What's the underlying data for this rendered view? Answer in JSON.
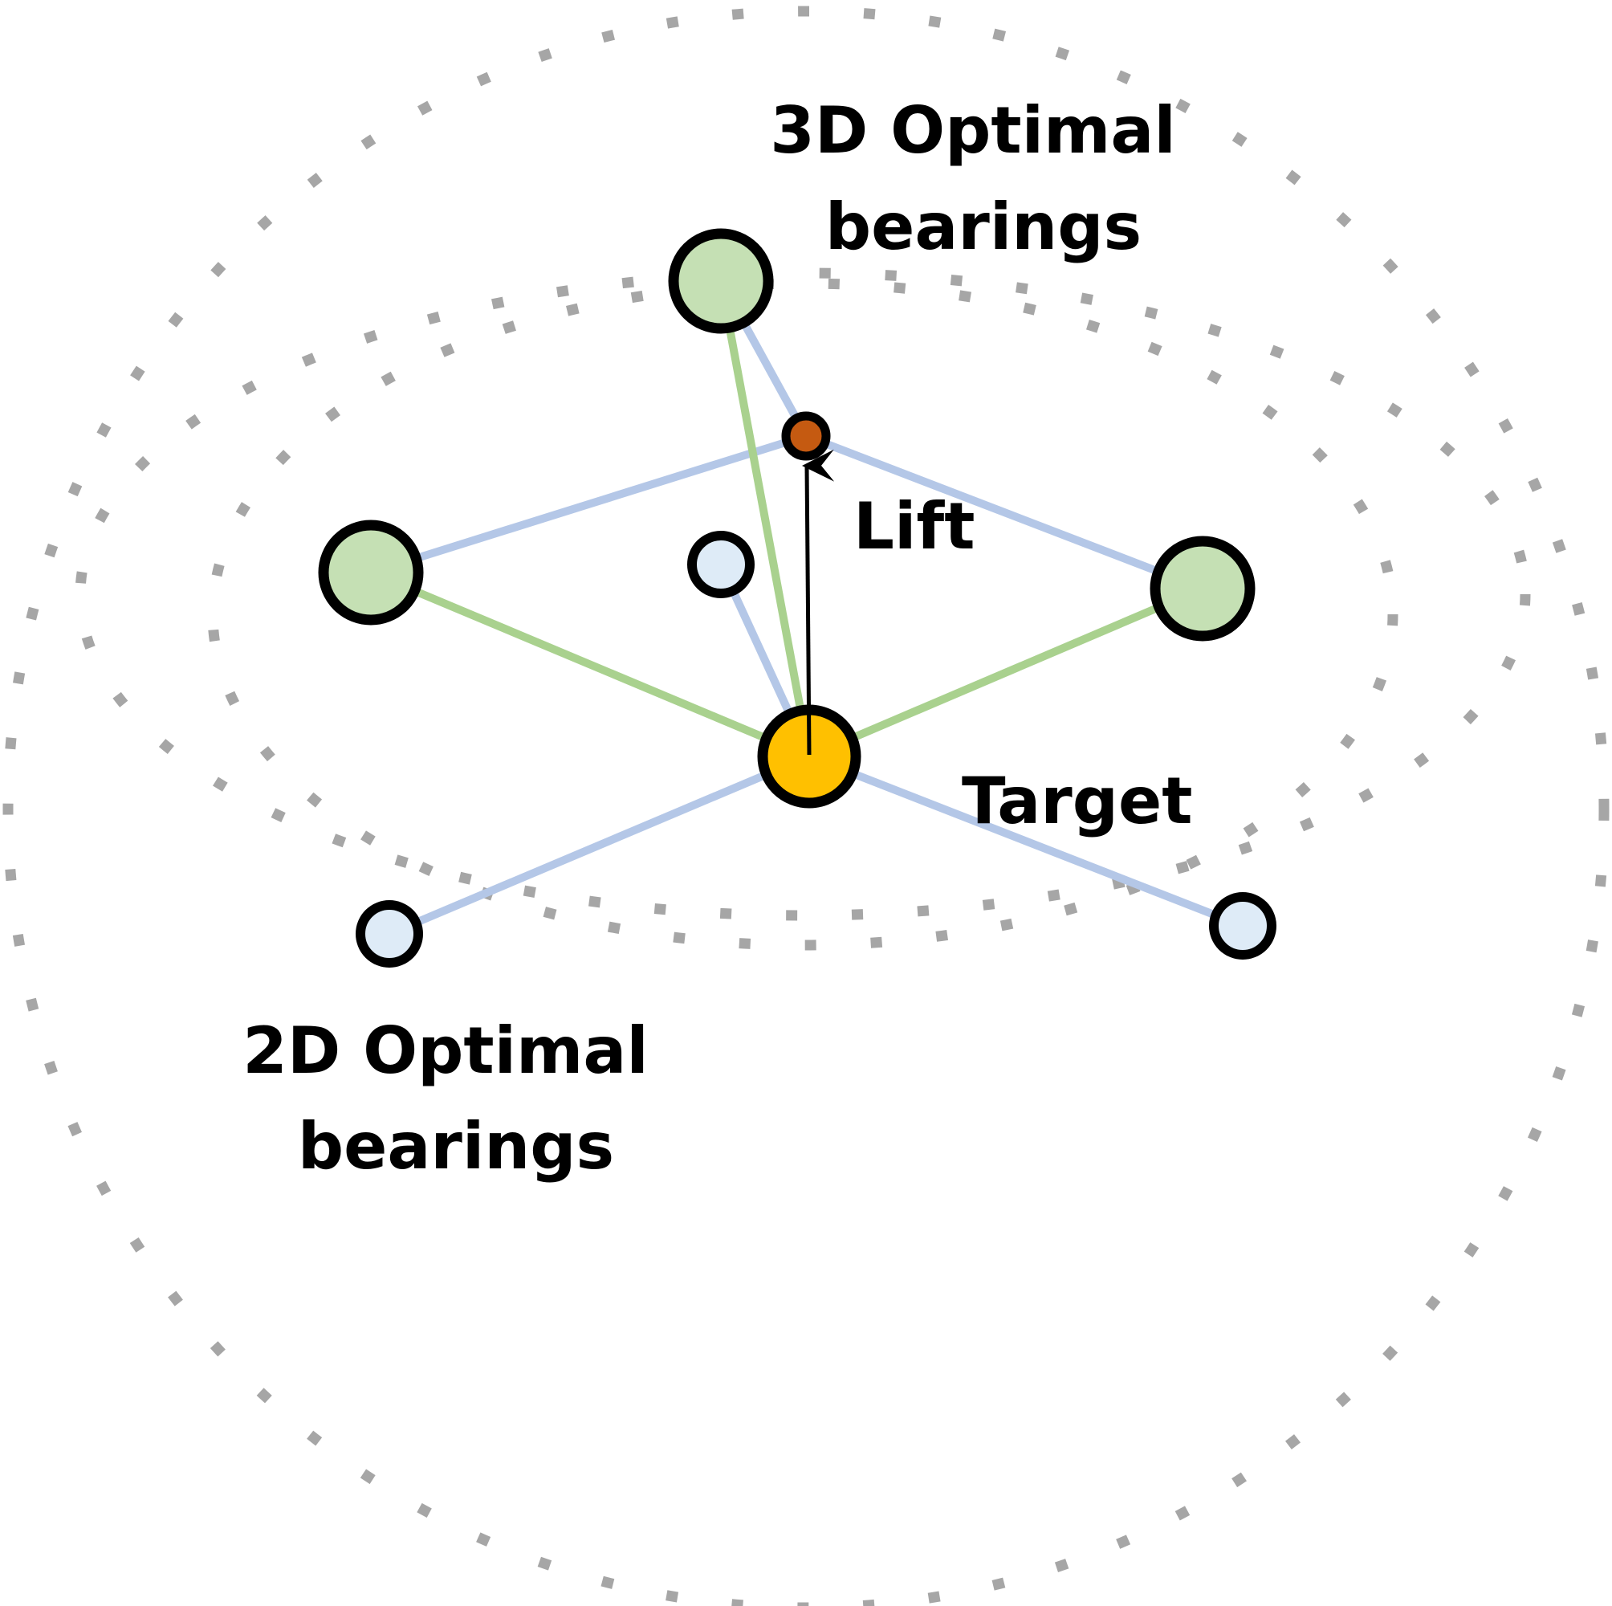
{
  "labels": {
    "three_d_line1": "3D Optimal",
    "three_d_line2": "bearings",
    "two_d_line1": "2D Optimal",
    "two_d_line2": "bearings",
    "lift": "Lift",
    "target": "Target"
  },
  "colors": {
    "background": "#ffffff",
    "dotted_circle": "#a6a6a6",
    "green_link": "#a9d18e",
    "blue_link": "#b4c7e7",
    "green_node_fill": "#c5e0b4",
    "blue_node_fill": "#deebf7",
    "target_fill": "#ffc000",
    "lifted_point_fill": "#c55a11",
    "outline": "#000000"
  }
}
